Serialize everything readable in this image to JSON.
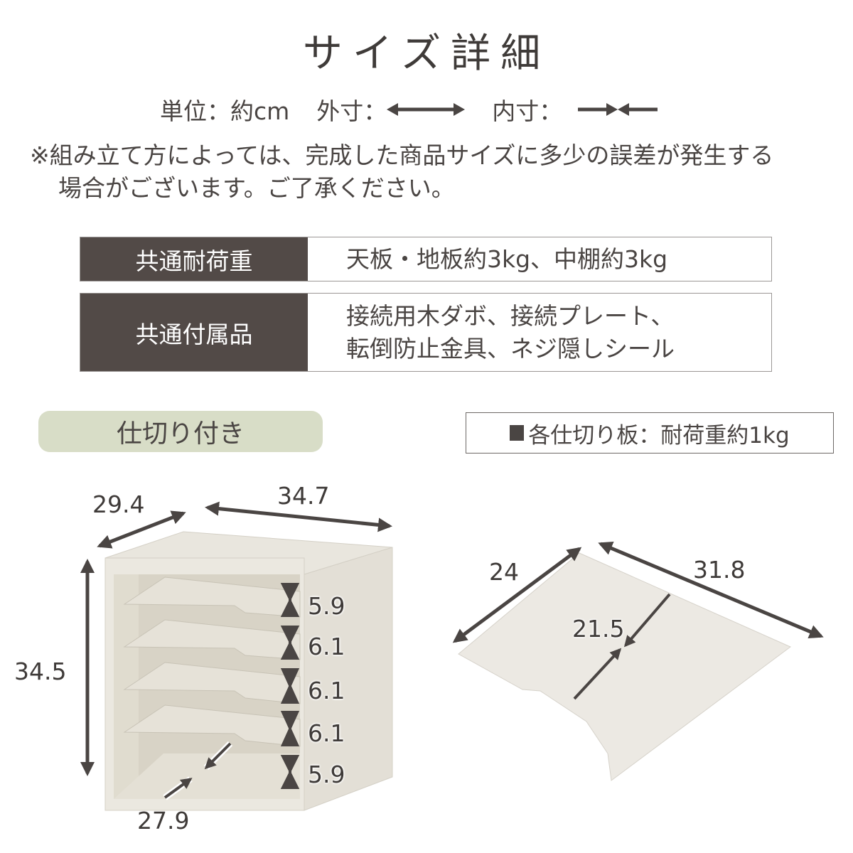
{
  "header": {
    "title": "サイズ詳細",
    "unit_label": "単位：約cm",
    "outer_label": "外寸：",
    "outer_icon": "double-arrow-outward-icon",
    "inner_label": "内寸：",
    "inner_icon": "arrows-inward-icon"
  },
  "note": {
    "line1": "※組み立て方によっては、完成した商品サイズに多少の誤差が発生する",
    "line2": "場合がございます。ご了承ください。"
  },
  "spec_table": [
    {
      "label": "共通耐荷重",
      "lines": [
        "天板・地板約3kg、中棚約3kg"
      ]
    },
    {
      "label": "共通付属品",
      "lines": [
        "接続用木ダボ、接続プレート、",
        "転倒防止金具、ネジ隠しシール"
      ]
    }
  ],
  "section": {
    "pill_label": "仕切り付き",
    "partition_note": "各仕切り板：耐荷重約1kg"
  },
  "cabinet": {
    "depth": "29.4",
    "width": "34.7",
    "height": "34.5",
    "inner_depth": "27.9",
    "shelf_gaps": [
      "5.9",
      "6.1",
      "6.1",
      "6.1",
      "5.9"
    ]
  },
  "partition_board": {
    "depth": "24",
    "width": "31.8",
    "inner_depth": "21.5"
  },
  "colors": {
    "dark_label_bg": "#524a47",
    "pill_bg": "#d8ddc7",
    "text": "#4a4543",
    "wood": "#e8e4db"
  }
}
